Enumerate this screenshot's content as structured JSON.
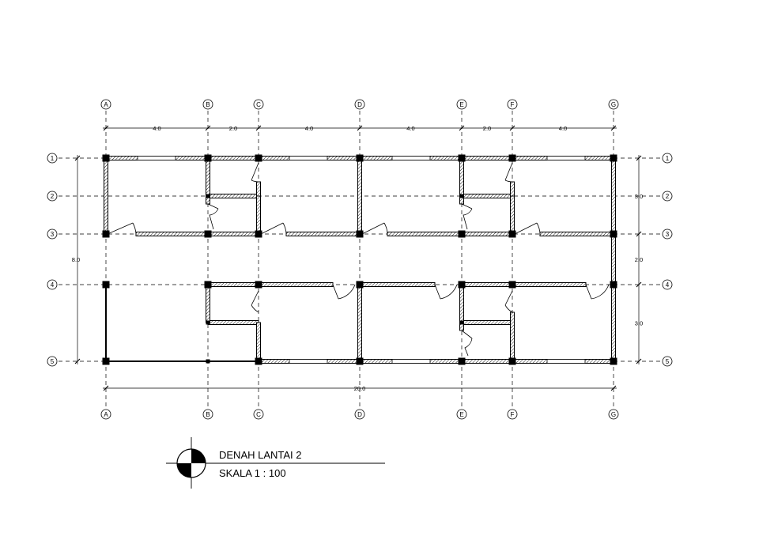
{
  "plan": {
    "grid_columns": [
      "A",
      "B",
      "C",
      "D",
      "E",
      "F",
      "G"
    ],
    "grid_rows": [
      "1",
      "2",
      "3",
      "4",
      "5"
    ],
    "top_dimensions": [
      "4.0",
      "2.0",
      "4.0",
      "4.0",
      "2.0",
      "4.0"
    ],
    "overall_length": "20.0",
    "left_dimension": "8.0",
    "right_dimensions": [
      "3.0",
      "2.0",
      "3.0"
    ]
  },
  "title_block": {
    "title": "DENAH LANTAI 2",
    "scale": "SKALA 1 : 100"
  },
  "colors": {
    "ink": "#000000",
    "paper": "#ffffff"
  }
}
